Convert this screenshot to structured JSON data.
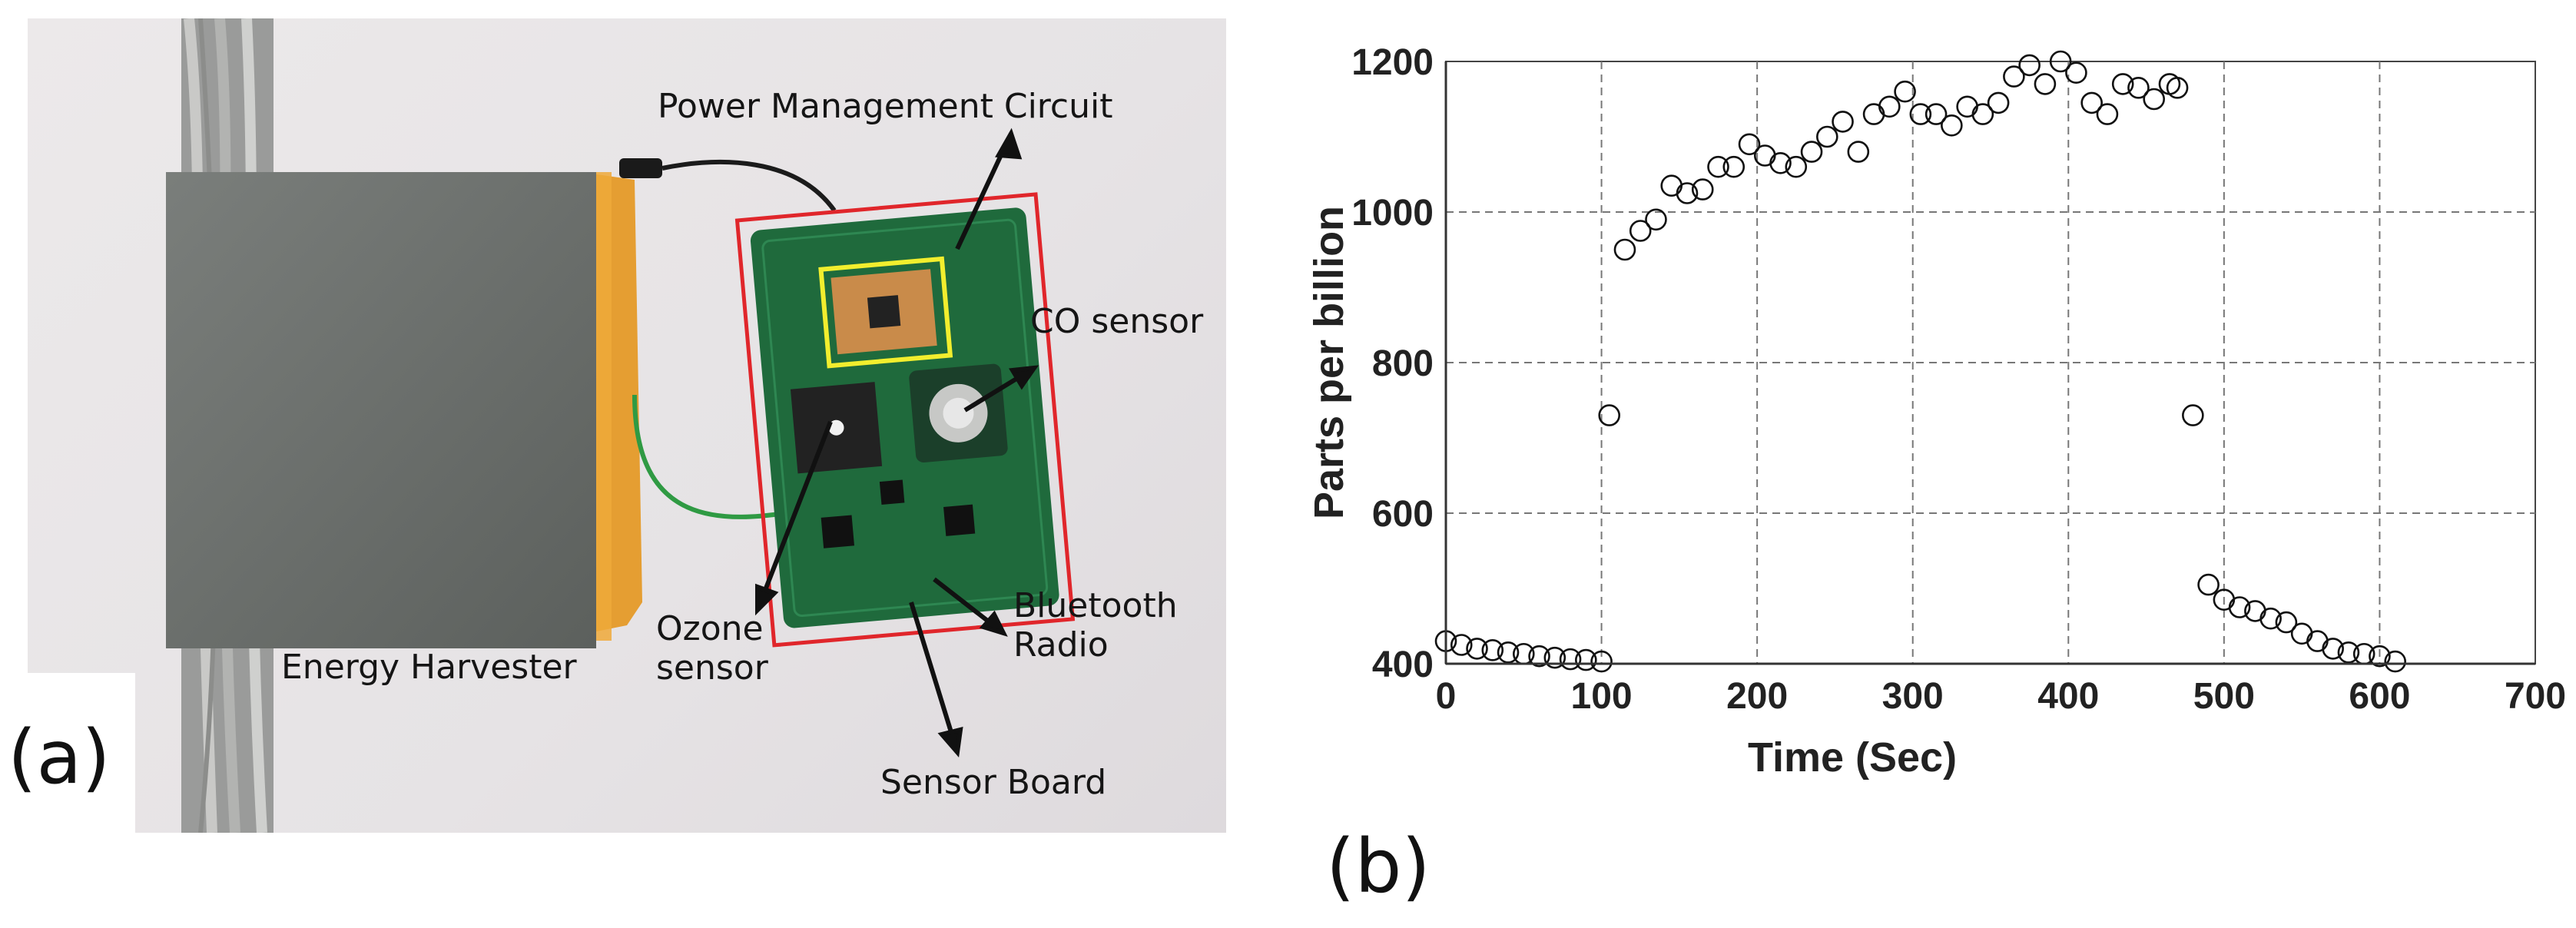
{
  "panel_a": {
    "badge": "(a)",
    "labels": {
      "power_management": "Power Management Circuit",
      "co_sensor": "CO sensor",
      "energy_harvester": "Energy Harvester",
      "ozone_line1": "Ozone",
      "ozone_line2": "sensor",
      "bluetooth_line1": "Bluetooth",
      "bluetooth_line2": "Radio",
      "sensor_board": "Sensor Board"
    },
    "colors": {
      "board": "#1f6a3c",
      "harvester": "#6b6f6c",
      "tape": "#e49a2a",
      "highlight_red": "#e0262b",
      "highlight_yellow": "#f2ee2e"
    }
  },
  "panel_b": {
    "badge": "(b)"
  },
  "chart_data": {
    "type": "scatter",
    "xlabel": "Time (Sec)",
    "ylabel": "Parts per billion",
    "xlim": [
      0,
      700
    ],
    "ylim": [
      400,
      1200
    ],
    "xticks": [
      0,
      100,
      200,
      300,
      400,
      500,
      600,
      700
    ],
    "yticks": [
      400,
      600,
      800,
      1000,
      1200
    ],
    "grid": true,
    "marker": "open-circle",
    "x": [
      0,
      10,
      20,
      30,
      40,
      50,
      60,
      70,
      80,
      90,
      100,
      105,
      115,
      125,
      135,
      145,
      155,
      165,
      175,
      185,
      195,
      205,
      215,
      225,
      235,
      245,
      255,
      265,
      275,
      285,
      295,
      305,
      315,
      325,
      335,
      345,
      355,
      365,
      375,
      385,
      395,
      405,
      415,
      425,
      435,
      445,
      455,
      465,
      470,
      480,
      490,
      500,
      510,
      520,
      530,
      540,
      550,
      560,
      570,
      580,
      590,
      600,
      610
    ],
    "y": [
      430,
      425,
      420,
      418,
      415,
      413,
      410,
      408,
      406,
      405,
      403,
      730,
      950,
      975,
      990,
      1035,
      1025,
      1030,
      1060,
      1060,
      1090,
      1075,
      1065,
      1060,
      1080,
      1100,
      1120,
      1080,
      1130,
      1140,
      1160,
      1130,
      1130,
      1115,
      1140,
      1130,
      1145,
      1180,
      1195,
      1170,
      1200,
      1185,
      1145,
      1130,
      1170,
      1165,
      1150,
      1170,
      1165,
      730,
      505,
      485,
      475,
      470,
      460,
      455,
      440,
      430,
      420,
      415,
      413,
      410,
      403
    ]
  }
}
